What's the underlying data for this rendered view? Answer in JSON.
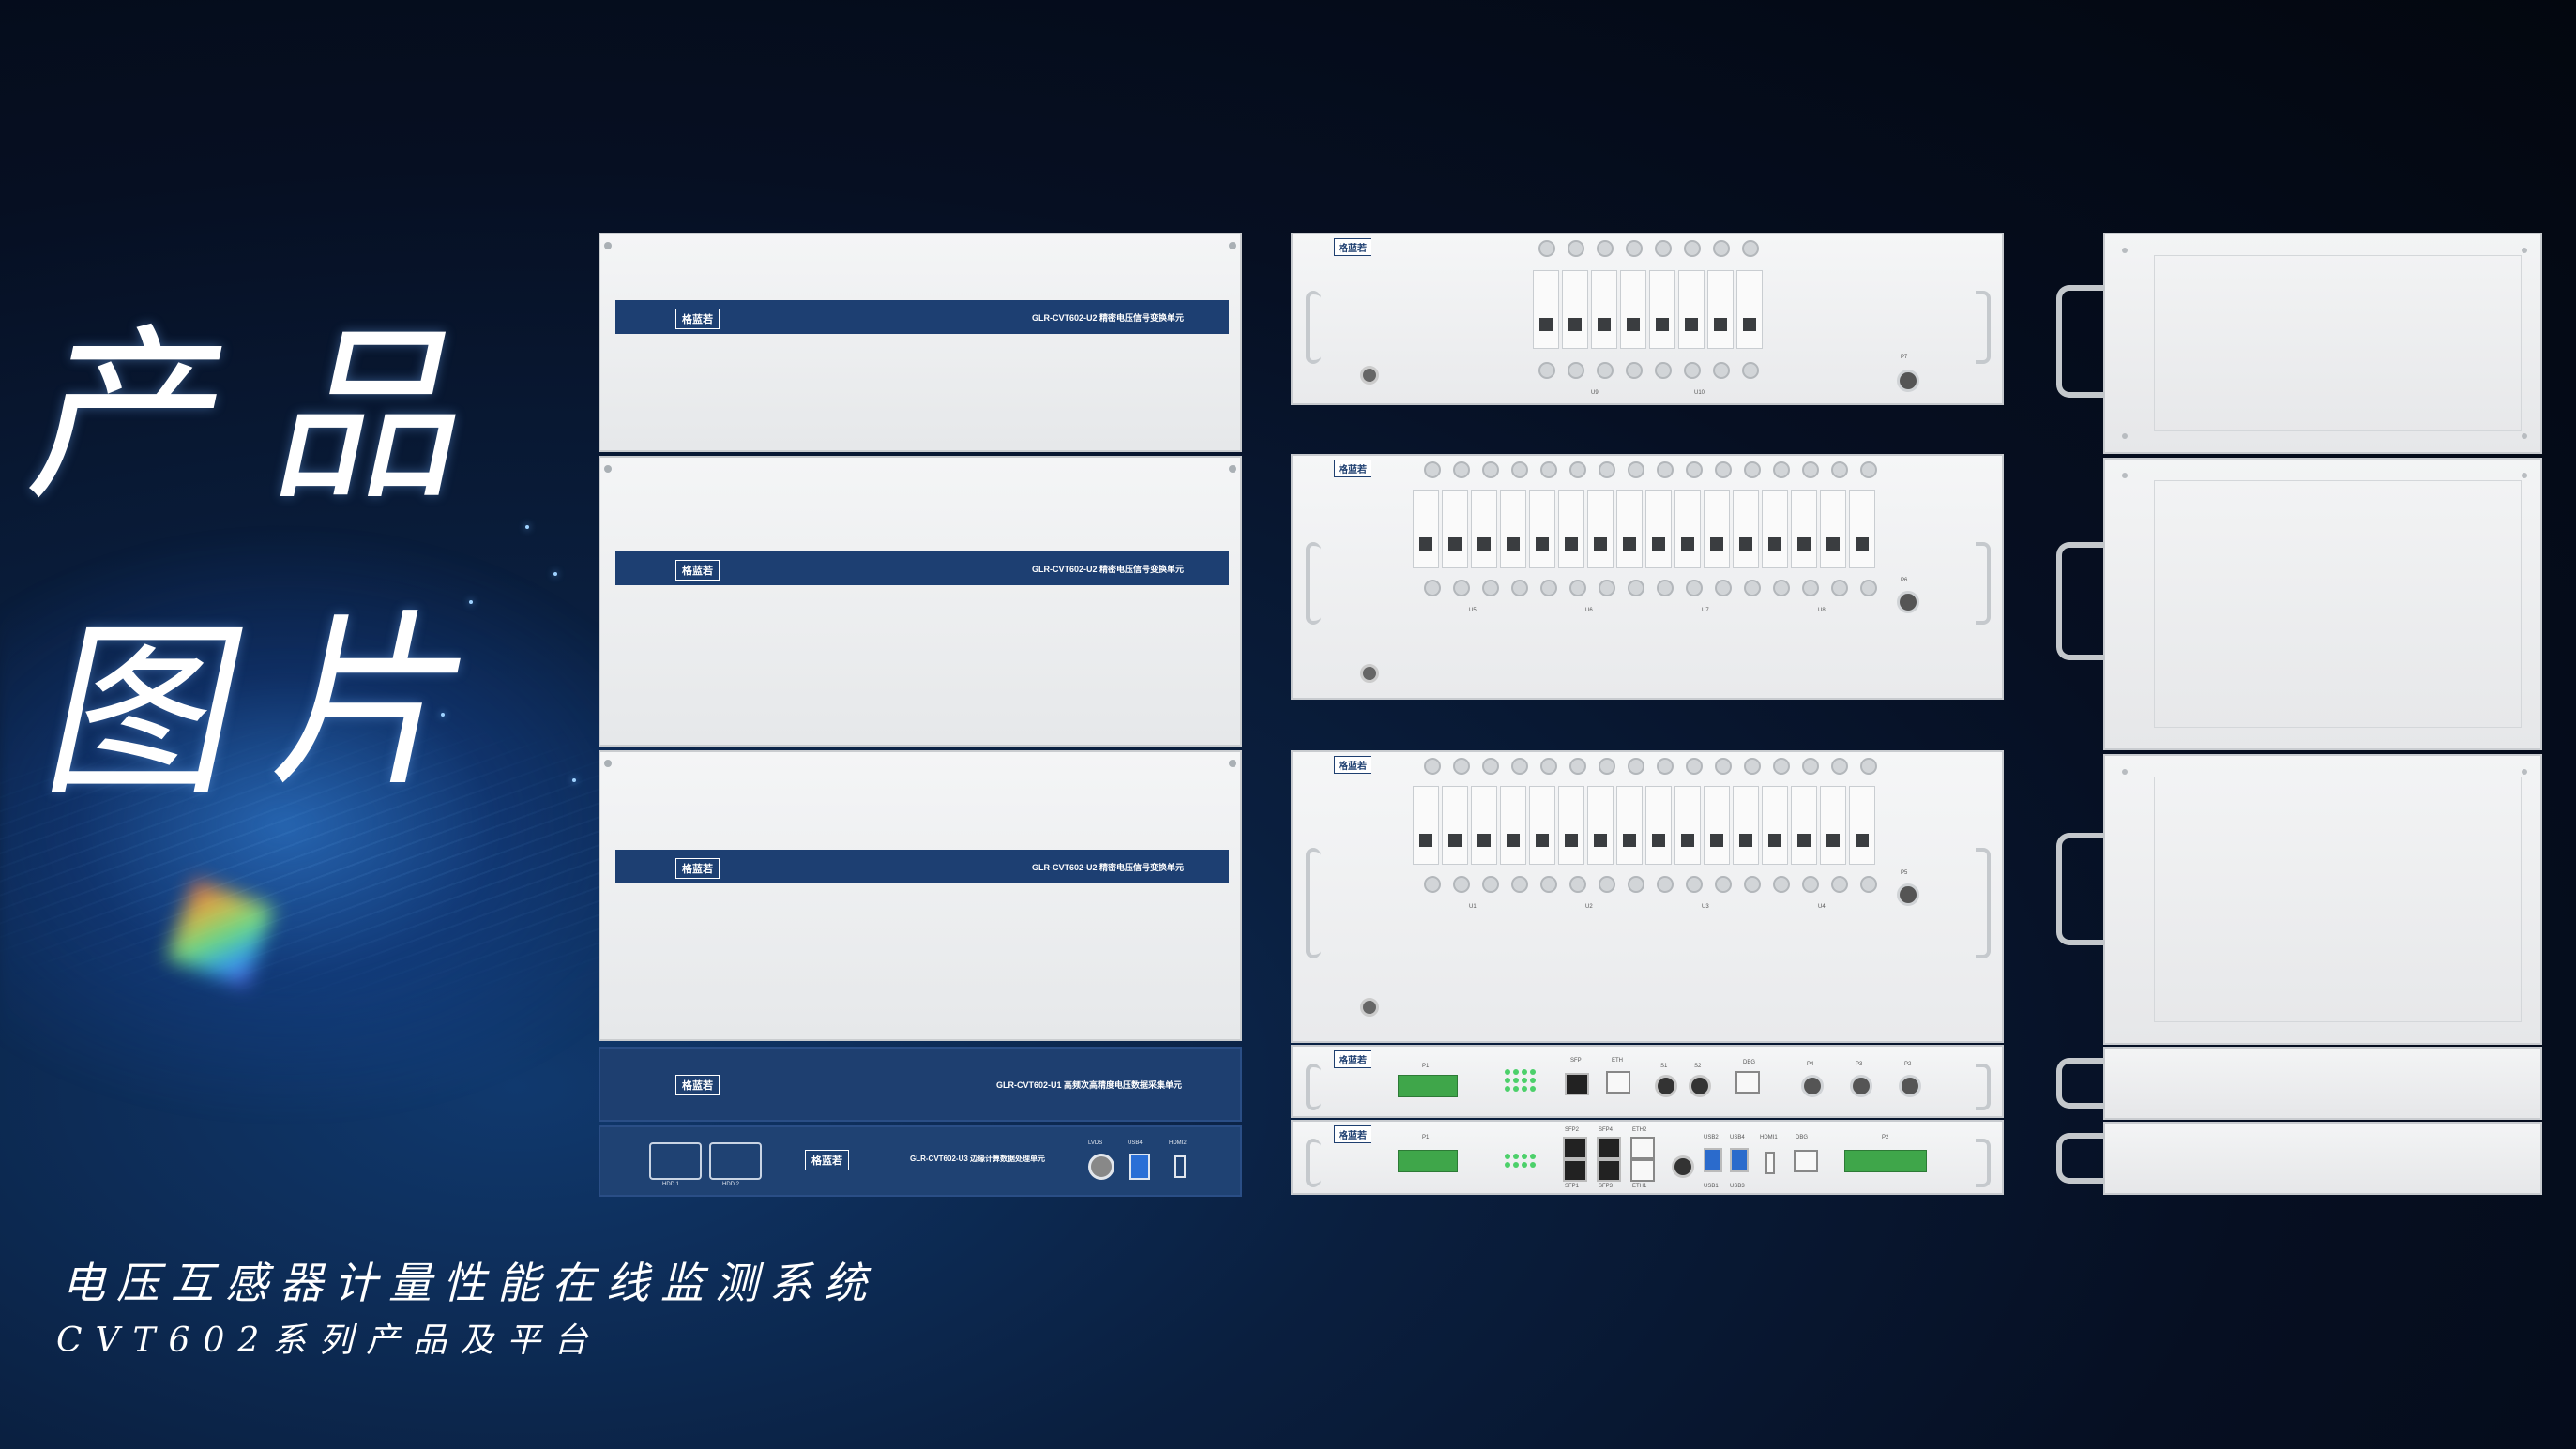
{
  "hero": {
    "char1": "产",
    "char2": "品",
    "char3": "图",
    "char4": "片",
    "title": "电压互感器计量性能在线监测系统",
    "subtitle": "CVT602系列产品及平台"
  },
  "front_units": [
    {
      "logo": "格蓝若",
      "model": "GLR-CVT602-U2 精密电压信号变换单元"
    },
    {
      "logo": "格蓝若",
      "model": "GLR-CVT602-U2 精密电压信号变换单元"
    },
    {
      "logo": "格蓝若",
      "model": "GLR-CVT602-U2 精密电压信号变换单元"
    }
  ],
  "front_unit_u1": {
    "logo": "格蓝若",
    "model": "GLR-CVT602-U1 高频次高精度电压数据采集单元"
  },
  "front_unit_u3": {
    "logo": "格蓝若",
    "model": "GLR-CVT602-U3 边缘计算数据处理单元",
    "hdd1": "HDD 1",
    "hdd2": "HDD 2",
    "lvds": "LVDS",
    "usb": "USB4",
    "hdmi": "HDMI2"
  },
  "rear": {
    "logo": "格蓝若",
    "labels": {
      "p1": "P1",
      "eth": "ETH",
      "sfp": "SFP",
      "s1": "S1",
      "s2": "S2",
      "dbg": "DBG",
      "p2": "P2",
      "p3": "P3",
      "p4": "P4",
      "sfp1": "SFP1",
      "sfp2": "SFP2",
      "sfp3": "SFP3",
      "sfp4": "SFP4",
      "eth1": "ETH1",
      "eth2": "ETH2",
      "usb1": "USB1",
      "usb2": "USB2",
      "usb3": "USB3",
      "usb4": "USB4",
      "hdmi1": "HDMI1",
      "u1": "U1",
      "u2": "U2",
      "u3": "U3",
      "u4": "U4",
      "u5": "U5",
      "u6": "U6",
      "u7": "U7",
      "u8": "U8",
      "u9": "U9",
      "u10": "U10",
      "p5": "P5",
      "p6": "P6",
      "p7": "P7"
    }
  }
}
